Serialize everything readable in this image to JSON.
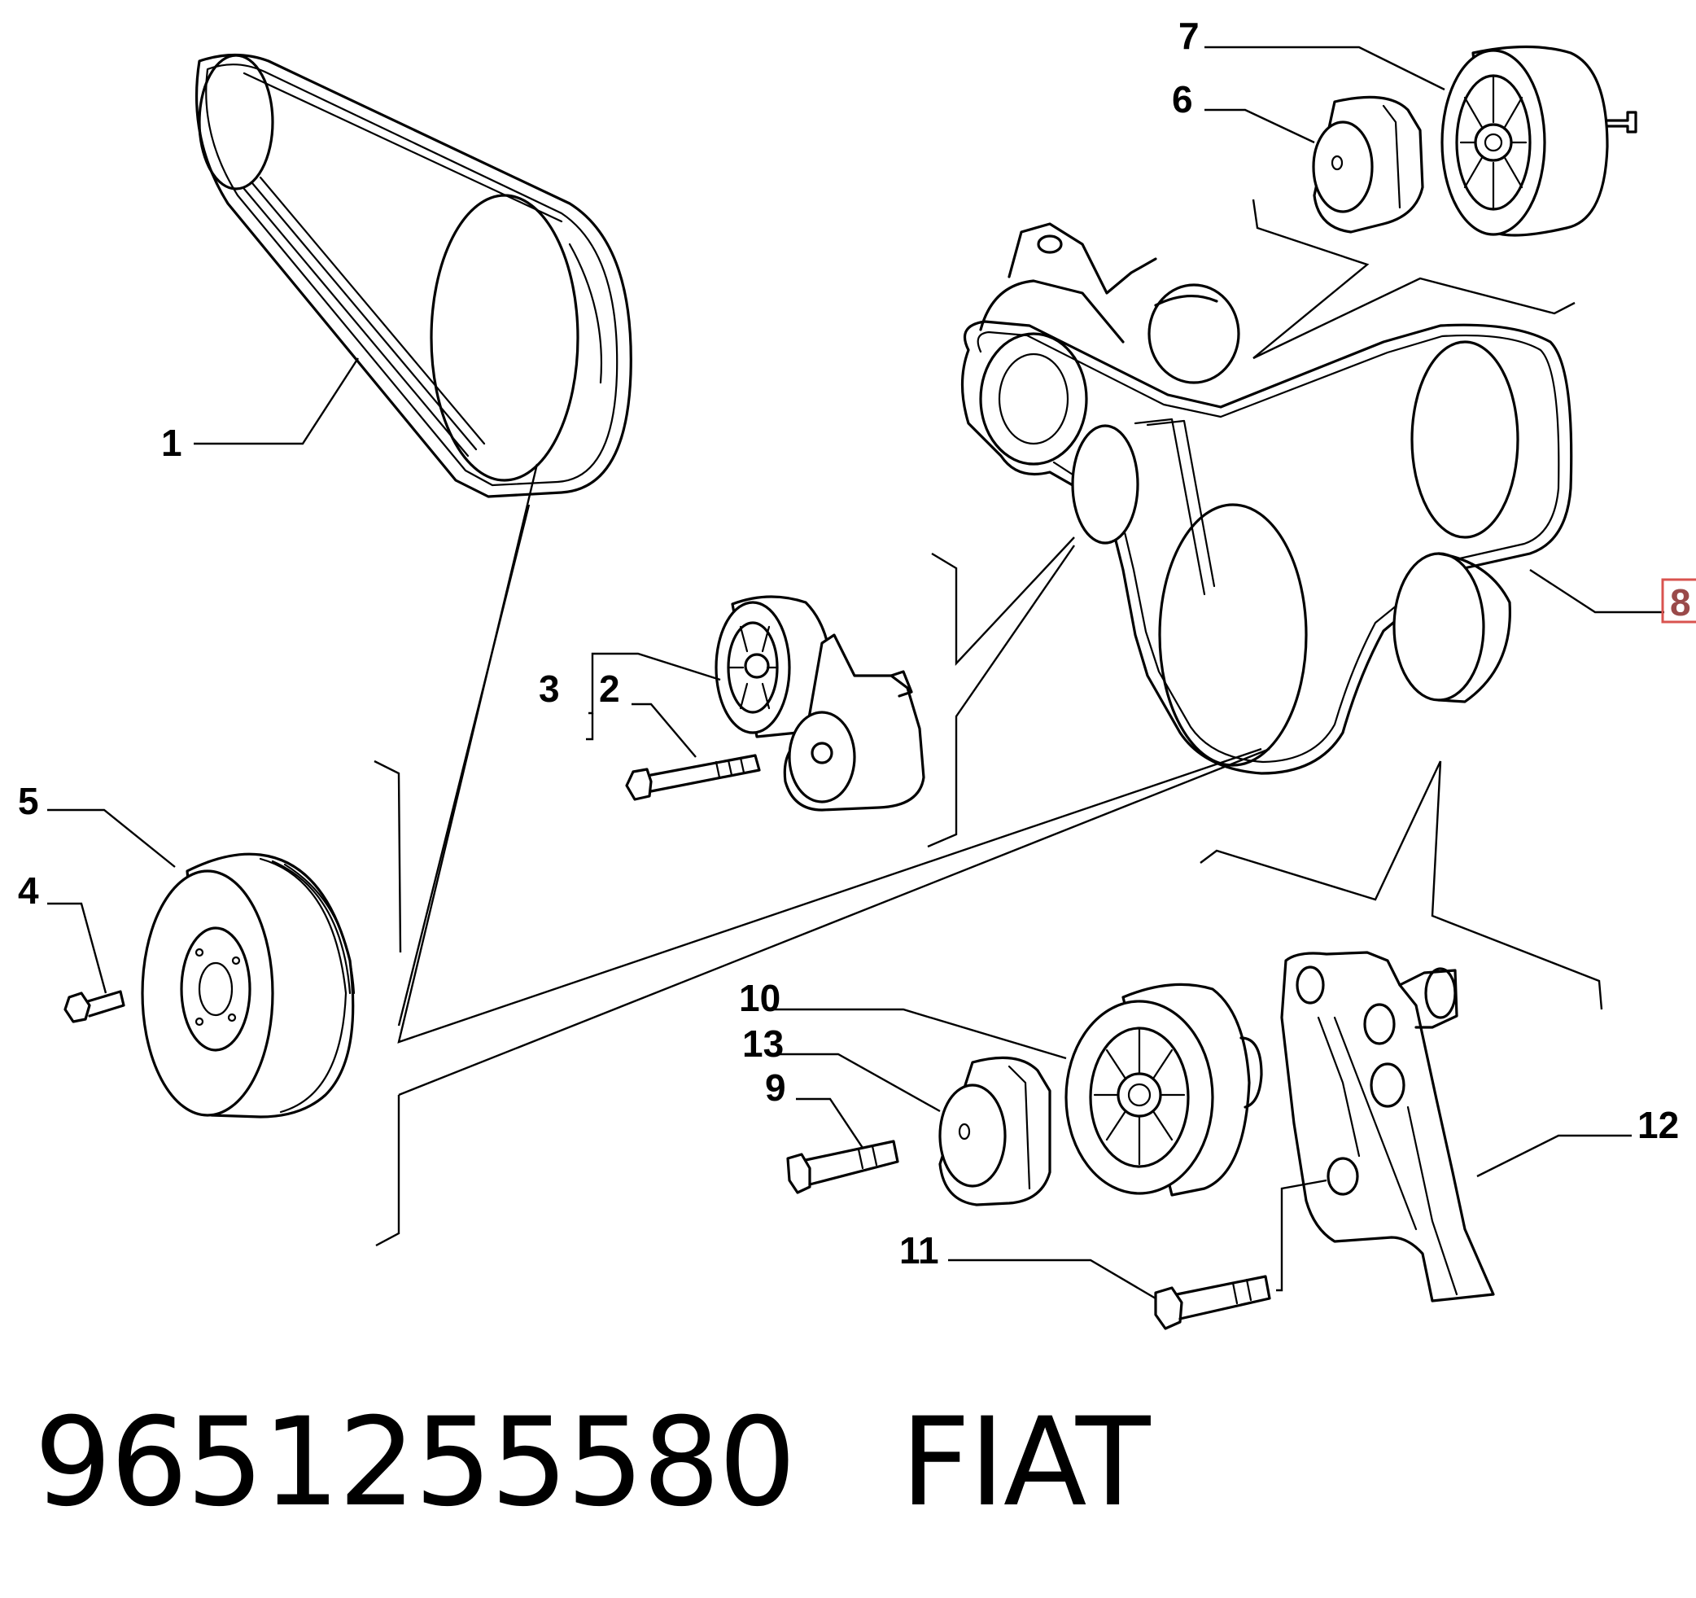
{
  "callouts": {
    "c1": "1",
    "c2": "2",
    "c3": "3",
    "c4": "4",
    "c5": "5",
    "c6": "6",
    "c7": "7",
    "c8": "8",
    "c9": "9",
    "c10": "10",
    "c11": "11",
    "c12": "12",
    "c13": "13"
  },
  "footer": {
    "part_number": "9651255580",
    "brand": "FIAT"
  },
  "colors": {
    "line": "#000000",
    "highlight_box": "#d9534f",
    "highlight_text": "#9a4a4a"
  }
}
